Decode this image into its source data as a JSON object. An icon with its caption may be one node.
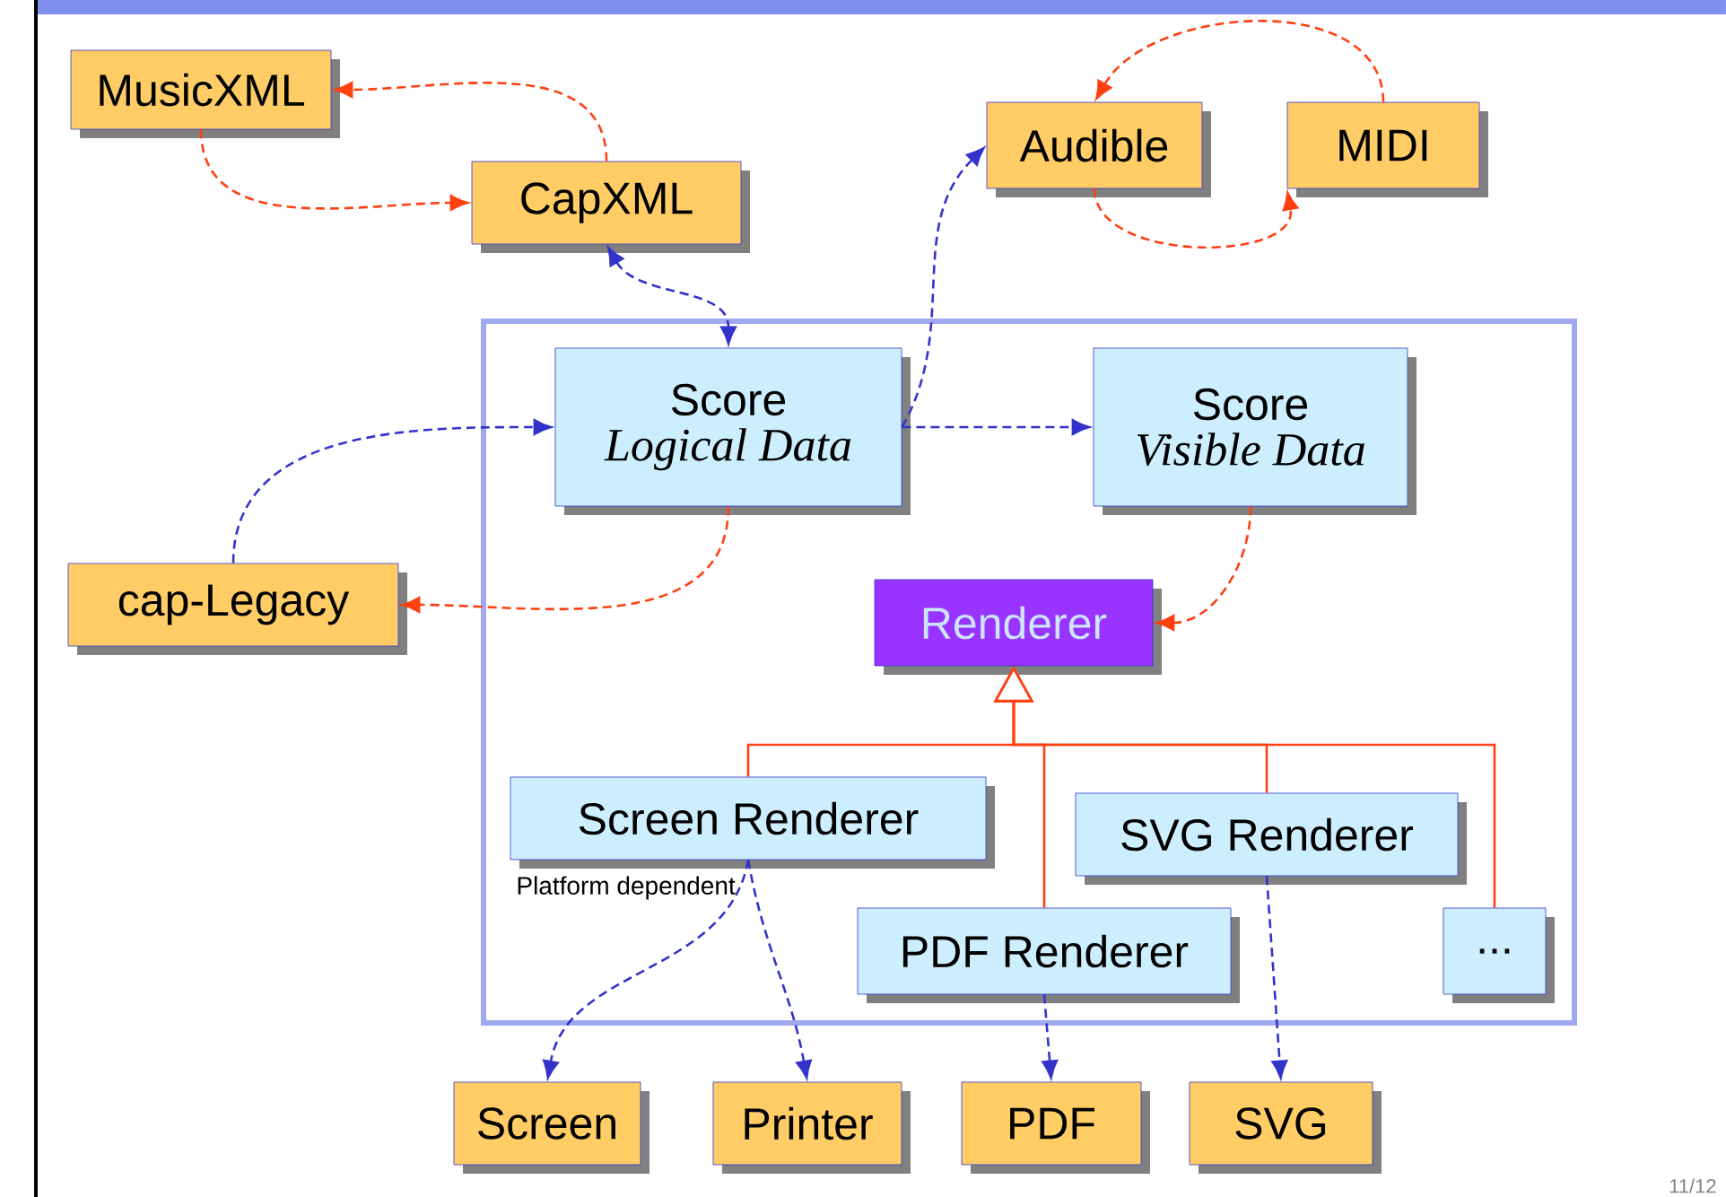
{
  "diagram": {
    "nodes": [
      {
        "text": [
          "MusicXML"
        ]
      },
      {
        "text": [
          "CapXML"
        ]
      },
      {
        "text": [
          "Audible"
        ]
      },
      {
        "text": [
          "MIDI"
        ]
      },
      {
        "text": [],
        "shape": "box"
      },
      {
        "text": [
          "Score",
          "Logical Data"
        ],
        "in": 4
      },
      {
        "text": [
          "Score",
          "Visible Data"
        ],
        "in": 4
      },
      {
        "text": [
          "cap-Legacy"
        ]
      },
      {
        "text": [
          "Renderer"
        ],
        "in": 4
      },
      {
        "text": [
          "Screen Renderer"
        ],
        "in": 4,
        "beside": [
          "Platform dependent"
        ]
      },
      {
        "text": [
          "SVG Renderer"
        ],
        "in": 4
      },
      {
        "text": [
          "PDF Renderer"
        ],
        "in": 4
      },
      {
        "text": [
          "..."
        ],
        "in": 4
      },
      {
        "text": [
          "Screen"
        ]
      },
      {
        "text": [
          "Printer"
        ]
      },
      {
        "text": [
          "PDF"
        ]
      },
      {
        "text": [
          "SVG"
        ]
      }
    ],
    "edges": [
      {
        "from": 1,
        "to": 0,
        "arrow": "to",
        "style": "dashed"
      },
      {
        "from": 0,
        "to": 1,
        "arrow": "to",
        "style": "dashed"
      },
      {
        "from": 1,
        "to": 5,
        "arrow": "both",
        "style": "dashed",
        "color": "#3333cc"
      },
      {
        "from": 5,
        "to": 2,
        "arrow": "to",
        "style": "dashed",
        "color": "#3333cc"
      },
      {
        "from": 3,
        "to": 2,
        "arrow": "to",
        "style": "dashed"
      },
      {
        "from": 2,
        "to": 3,
        "arrow": "to",
        "style": "dashed"
      },
      {
        "from": 7,
        "to": 5,
        "arrow": "to",
        "style": "dashed",
        "color": "#3333cc"
      },
      {
        "from": 5,
        "to": 7,
        "arrow": "to",
        "style": "dashed"
      },
      {
        "from": 5,
        "to": 6,
        "arrow": "to",
        "style": "dashed",
        "color": "#3333cc"
      },
      {
        "from": 6,
        "to": 8,
        "arrow": "to",
        "style": "dashed"
      },
      {
        "from": 9,
        "to": 8,
        "arrow": "to"
      },
      {
        "from": 11,
        "to": 8,
        "arrow": "to"
      },
      {
        "from": 10,
        "to": 8,
        "arrow": "to"
      },
      {
        "from": 12,
        "to": 8,
        "arrow": "to"
      },
      {
        "from": 9,
        "to": 13,
        "arrow": "to",
        "style": "dashed",
        "color": "#3333cc"
      },
      {
        "from": 9,
        "to": 14,
        "arrow": "to",
        "style": "dashed",
        "color": "#3333cc"
      },
      {
        "from": 11,
        "to": 15,
        "arrow": "to",
        "style": "dashed",
        "color": "#3333cc"
      },
      {
        "from": 10,
        "to": 16,
        "arrow": "to",
        "style": "dashed",
        "color": "#3333cc"
      }
    ],
    "labels": [
      "11/12"
    ]
  }
}
